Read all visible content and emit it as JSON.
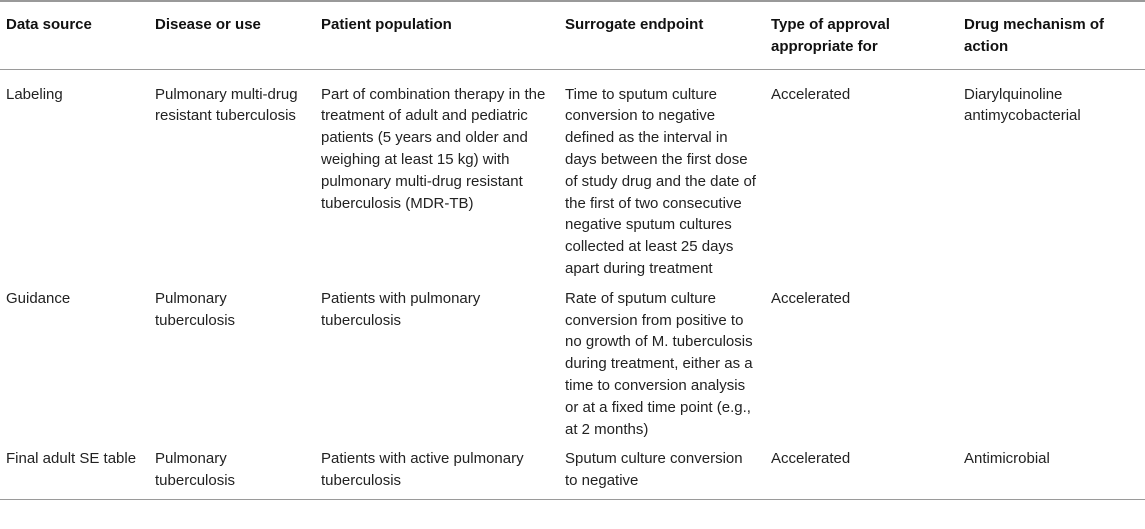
{
  "table": {
    "headers": [
      "Data source",
      "Disease or use",
      "Patient population",
      "Surrogate endpoint",
      "Type of approval appropriate for",
      "Drug mechanism of action"
    ],
    "rows": [
      [
        "Labeling",
        "Pulmonary multi-drug resistant tuberculosis",
        "Part of combination therapy in the treatment of adult and pediatric patients (5 years and older and weighing at least 15 kg) with pulmonary multi-drug resistant tuberculosis (MDR-TB)",
        "Time to sputum culture conversion to negative defined as the interval in days between the first dose of study drug and the date of the first of two consecutive negative sputum cultures collected at least 25 days apart during treatment",
        "Accelerated",
        "Diarylquinoline antimycobacterial"
      ],
      [
        "Guidance",
        "Pulmonary tuberculosis",
        "Patients with pulmonary tuberculosis",
        "Rate of sputum culture conversion from positive to no growth of M. tuberculosis during treatment, either as a time to conversion analysis or at a fixed time point (e.g., at 2 months)",
        "Accelerated",
        ""
      ],
      [
        "Final adult SE table",
        "Pulmonary tuberculosis",
        "Patients with active pulmonary tuberculosis",
        "Sputum culture conversion to negative",
        "Accelerated",
        "Antimicrobial"
      ]
    ]
  }
}
